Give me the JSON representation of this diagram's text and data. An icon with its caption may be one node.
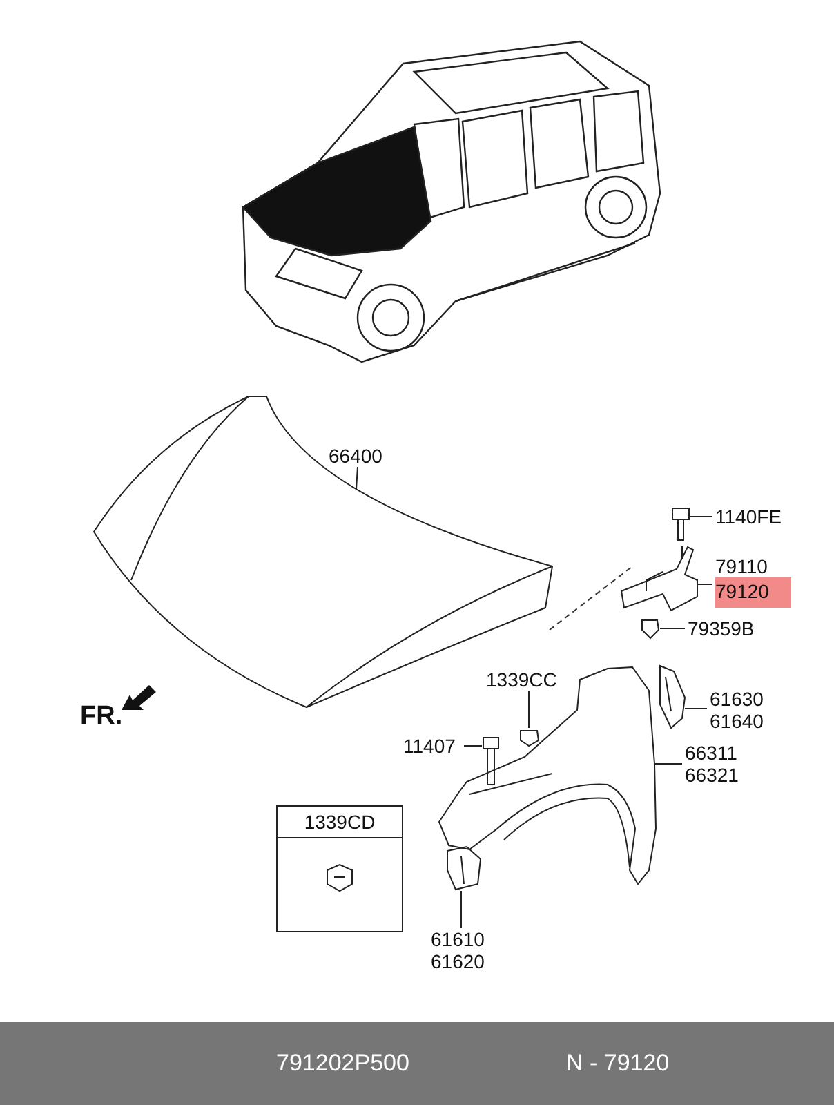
{
  "diagram": {
    "nodes": [
      {
        "text": [
          "66400"
        ]
      },
      {
        "text": [],
        "shape": "picture"
      },
      {
        "text": [
          "1140FE"
        ]
      },
      {
        "text": [],
        "shape": "picture"
      },
      {
        "text": [
          "79110",
          "79120"
        ]
      },
      {
        "text": [],
        "shape": "picture"
      },
      {
        "text": [
          "79359B"
        ]
      },
      {
        "text": [],
        "shape": "picture"
      },
      {
        "text": [
          "1339CC"
        ]
      },
      {
        "text": [],
        "shape": "picture"
      },
      {
        "text": [
          "61630 61640"
        ]
      },
      {
        "text": [],
        "shape": "picture"
      },
      {
        "text": [
          "11407"
        ]
      },
      {
        "text": [],
        "shape": "picture"
      },
      {
        "text": [
          "66311 66321"
        ]
      },
      {
        "text": [],
        "shape": "picture"
      },
      {
        "text": [
          "61610 61620"
        ]
      },
      {
        "text": [],
        "shape": "picture"
      },
      {
        "text": [
          "1339CD"
        ]
      },
      {
        "text": [],
        "shape": "picture",
        "in": 18
      }
    ],
    "edges": [
      {
        "from": 0,
        "to": 1,
        "arrow": "none"
      },
      {
        "from": 2,
        "to": 3,
        "arrow": "none"
      },
      {
        "from": 4,
        "to": 5,
        "arrow": "none"
      },
      {
        "from": 6,
        "to": 7,
        "arrow": "none"
      },
      {
        "from": 8,
        "to": 9,
        "arrow": "none"
      },
      {
        "from": 10,
        "to": 11,
        "arrow": "none"
      },
      {
        "from": 12,
        "to": 13,
        "arrow": "none"
      },
      {
        "from": 14,
        "to": 15,
        "arrow": "none"
      },
      {
        "from": 16,
        "to": 17,
        "arrow": "none"
      }
    ],
    "labels": [
      "FR.",
      "791202P500",
      "N - 79120"
    ]
  }
}
